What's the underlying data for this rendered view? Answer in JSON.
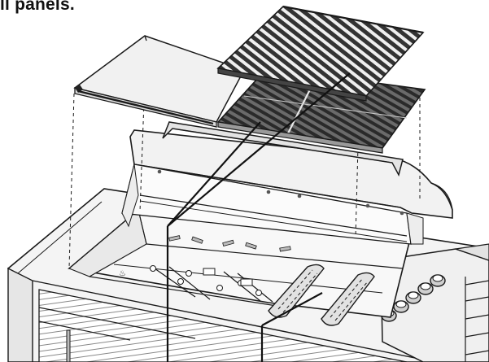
{
  "header": {
    "title": "ll panels."
  },
  "colors": {
    "line": "#1a1a1a",
    "panel_fill": "#eeeeee",
    "grate_fill": "#5a5a5a",
    "metal_fill": "#d8d8d8",
    "background": "#ffffff"
  },
  "components": [
    "warming-plate",
    "upper-cooking-grate",
    "lower-cooking-grates",
    "hood",
    "firebox",
    "burners",
    "control-knobs",
    "counter-top",
    "cabinet"
  ]
}
